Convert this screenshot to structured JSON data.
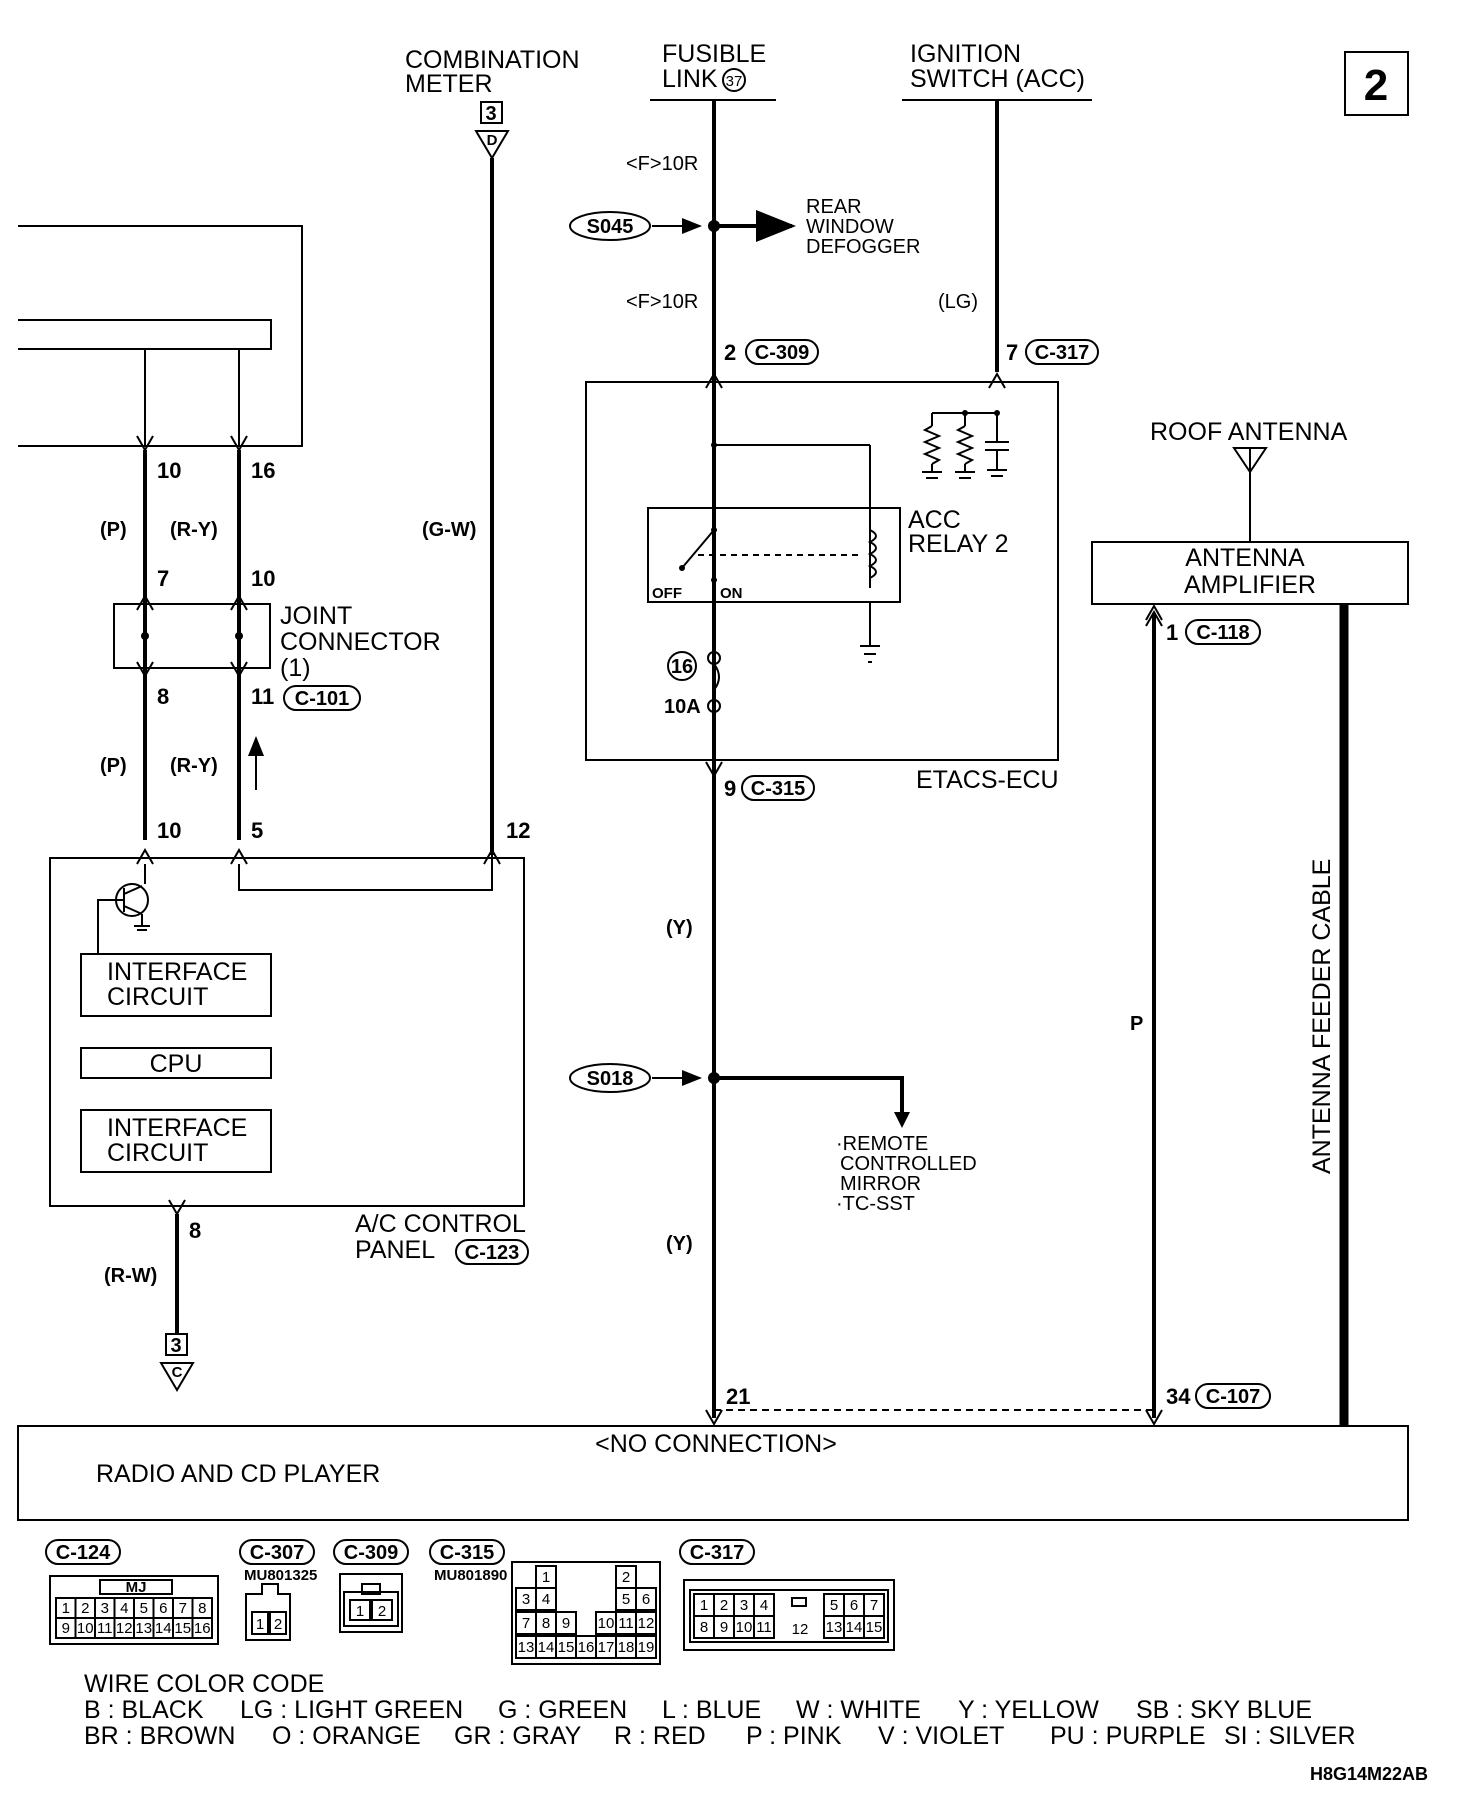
{
  "page_number": "2",
  "drawing_id": "H8G14M22AB",
  "sources": {
    "combination_meter": {
      "label_1": "COMBINATION",
      "label_2": "METER",
      "ref_num": "3",
      "ref_letter": "D"
    },
    "fusible_link": {
      "label_1": "FUSIBLE",
      "label_2": "LINK",
      "num": "37"
    },
    "ignition_switch": {
      "label_1": "IGNITION",
      "label_2": "SWITCH (ACC)"
    }
  },
  "wires": {
    "fl_code_1": "<F>10R",
    "fl_code_2": "<F>10R",
    "lg": "(LG)",
    "p_1": "(P)",
    "ry_1": "(R-Y)",
    "gw": "(G-W)",
    "p_2": "(P)",
    "ry_2": "(R-Y)",
    "rw": "(R-W)",
    "y_1": "(Y)",
    "y_2": "(Y)",
    "p_3": "P",
    "feeder": "ANTENNA FEEDER CABLE"
  },
  "splices": {
    "s045": "S045",
    "s045_dest_1": "REAR",
    "s045_dest_2": "WINDOW",
    "s045_dest_3": "DEFOGGER",
    "s018": "S018",
    "s018_dest_1": "·REMOTE",
    "s018_dest_2": "CONTROLLED",
    "s018_dest_3": "MIRROR",
    "s018_dest_4": "·TC-SST"
  },
  "pins": {
    "p10a": "10",
    "p16": "16",
    "p7": "7",
    "p10b": "10",
    "p8a": "8",
    "p11": "11",
    "p10c": "10",
    "p5": "5",
    "p12": "12",
    "p8b": "8",
    "p2": "2",
    "p7b": "7",
    "p9": "9",
    "p1": "1",
    "p21": "21",
    "p34": "34"
  },
  "connectors": {
    "c309": "C-309",
    "c317": "C-317",
    "c101": "C-101",
    "c315": "C-315",
    "c118": "C-118",
    "c123": "C-123",
    "c107": "C-107"
  },
  "components": {
    "joint_1": "JOINT",
    "joint_2": "CONNECTOR",
    "joint_3": "(1)",
    "acc_relay_1": "ACC",
    "acc_relay_2": "RELAY 2",
    "off": "OFF",
    "on": "ON",
    "fuse_num": "16",
    "fuse_amp": "10A",
    "etacs": "ETACS-ECU",
    "roof_antenna": "ROOF ANTENNA",
    "amp_1": "ANTENNA",
    "amp_2": "AMPLIFIER",
    "interface_1a": "INTERFACE",
    "interface_1b": "CIRCUIT",
    "cpu": "CPU",
    "interface_2a": "INTERFACE",
    "interface_2b": "CIRCUIT",
    "ac_panel_1": "A/C CONTROL",
    "ac_panel_2": "PANEL",
    "ref_out_num": "3",
    "ref_out_letter": "C",
    "no_connection": "<NO CONNECTION>",
    "radio": "RADIO AND CD PLAYER"
  },
  "connector_views": {
    "c124": {
      "title": "C-124",
      "code": "MJ",
      "row1": [
        "1",
        "2",
        "3",
        "4",
        "5",
        "6",
        "7",
        "8"
      ],
      "row2": [
        "9",
        "10",
        "11",
        "12",
        "13",
        "14",
        "15",
        "16"
      ]
    },
    "c307": {
      "title": "C-307",
      "part": "MU801325",
      "pins": [
        "1",
        "2"
      ]
    },
    "c309": {
      "title": "C-309",
      "pins": [
        "1",
        "2"
      ]
    },
    "c315": {
      "title": "C-315",
      "part": "MU801890",
      "r1": [
        "1",
        "2"
      ],
      "r2": [
        "3",
        "4",
        "5",
        "6"
      ],
      "r3": [
        "7",
        "8",
        "9",
        "10",
        "11",
        "12"
      ],
      "r4": [
        "13",
        "14",
        "15",
        "16",
        "17",
        "18",
        "19"
      ]
    },
    "c317": {
      "title": "C-317",
      "r1": [
        "1",
        "2",
        "3",
        "4",
        "5",
        "6",
        "7"
      ],
      "mid": "12",
      "r2": [
        "8",
        "9",
        "10",
        "11",
        "13",
        "14",
        "15"
      ]
    }
  },
  "legend": {
    "title": "WIRE COLOR CODE",
    "row1": [
      "B : BLACK",
      "LG : LIGHT GREEN",
      "G : GREEN",
      "L : BLUE",
      "W : WHITE",
      "Y : YELLOW",
      "SB : SKY BLUE"
    ],
    "row2": [
      "BR : BROWN",
      "O : ORANGE",
      "GR : GRAY",
      "R : RED",
      "P : PINK",
      "V : VIOLET",
      "PU : PURPLE",
      "SI : SILVER"
    ]
  }
}
